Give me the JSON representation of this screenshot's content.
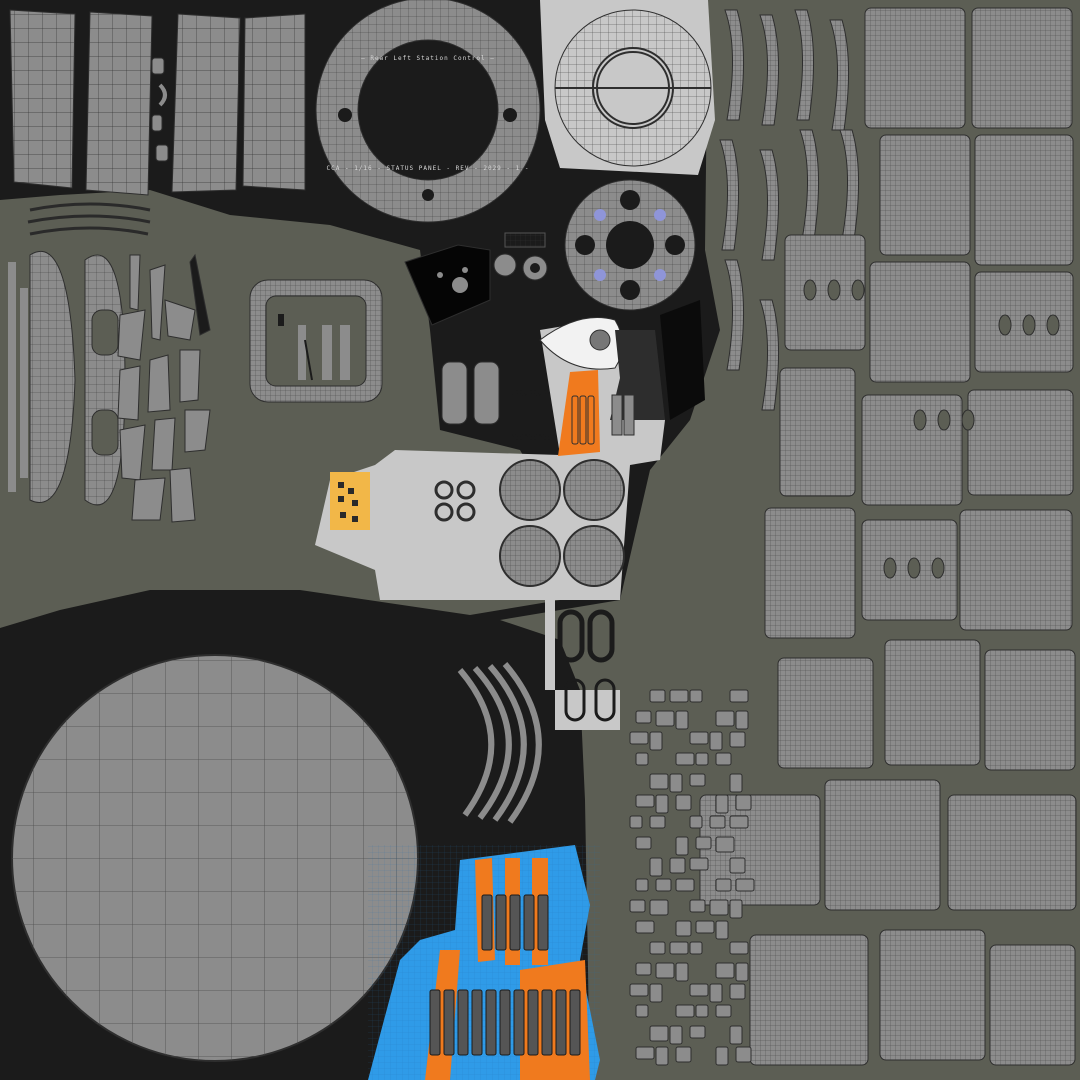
{
  "image": {
    "kind": "uv-texture-layout",
    "background_color": "#1b1b1b",
    "island_fill": "#8c8c8c",
    "wire_color": "#2e2e2e",
    "olive_region_color": "#5c5e54",
    "light_region_color": "#c8c8c8",
    "accent_orange": "#f07a1e",
    "accent_blue": "#2f9be8",
    "accent_yellow": "#f2b748",
    "accent_lilac": "#8f95d8"
  },
  "ring_text": {
    "top": "— Rear Left  Station Control —",
    "bottom": "CCA - 1/16 - STATUS PANEL - REV - 2029 - 1 -"
  }
}
